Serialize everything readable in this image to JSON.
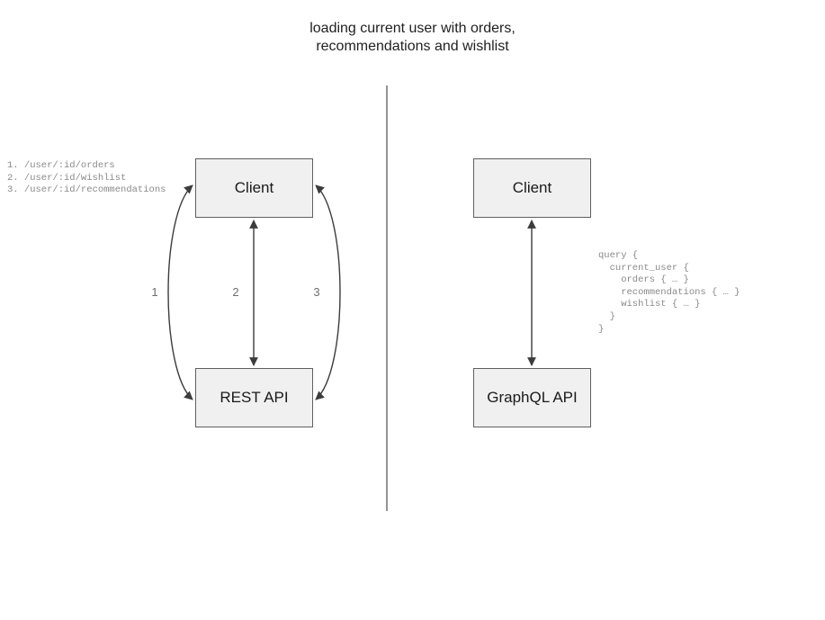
{
  "title": "loading current user with orders,\nrecommendations and wishlist",
  "divider": {
    "name": "vertical-divider",
    "color": "#7a7a7a"
  },
  "theme": {
    "node_fill": "#f0f0f0",
    "node_border": "#5f5f5f",
    "edge_color": "#3c3c3c",
    "label_color": "#6e6e6e",
    "code_color": "#8a8a8a",
    "title_color": "#1f1f1f",
    "background": "#ffffff"
  },
  "rest_side": {
    "client_label": "Client",
    "api_label": "REST API",
    "edge_labels": [
      "1",
      "2",
      "3"
    ],
    "endpoints_text": "1. /user/:id/orders\n2. /user/:id/wishlist\n3. /user/:id/recommendations",
    "endpoints": [
      {
        "number": "1.",
        "path": "/user/:id/orders"
      },
      {
        "number": "2.",
        "path": "/user/:id/wishlist"
      },
      {
        "number": "3.",
        "path": "/user/:id/recommendations"
      }
    ]
  },
  "graphql_side": {
    "client_label": "Client",
    "api_label": "GraphQL API",
    "query_text": "query {\n  current_user {\n    orders { … }\n    recommendations { … }\n    wishlist { … }\n  }\n}",
    "query_lines": [
      "query {",
      "  current_user {",
      "    orders { … }",
      "    recommendations { … }",
      "    wishlist { … }",
      "  }",
      "}"
    ]
  }
}
